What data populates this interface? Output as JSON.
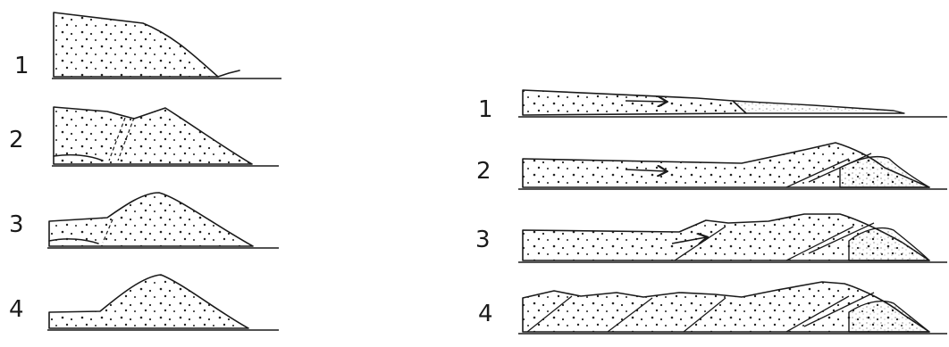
{
  "left_panel": {
    "stages": [
      {
        "label": "1"
      },
      {
        "label": "2"
      },
      {
        "label": "3"
      },
      {
        "label": "4"
      }
    ]
  },
  "right_panel": {
    "stages": [
      {
        "label": "1"
      },
      {
        "label": "2"
      },
      {
        "label": "3"
      },
      {
        "label": "4"
      }
    ]
  }
}
